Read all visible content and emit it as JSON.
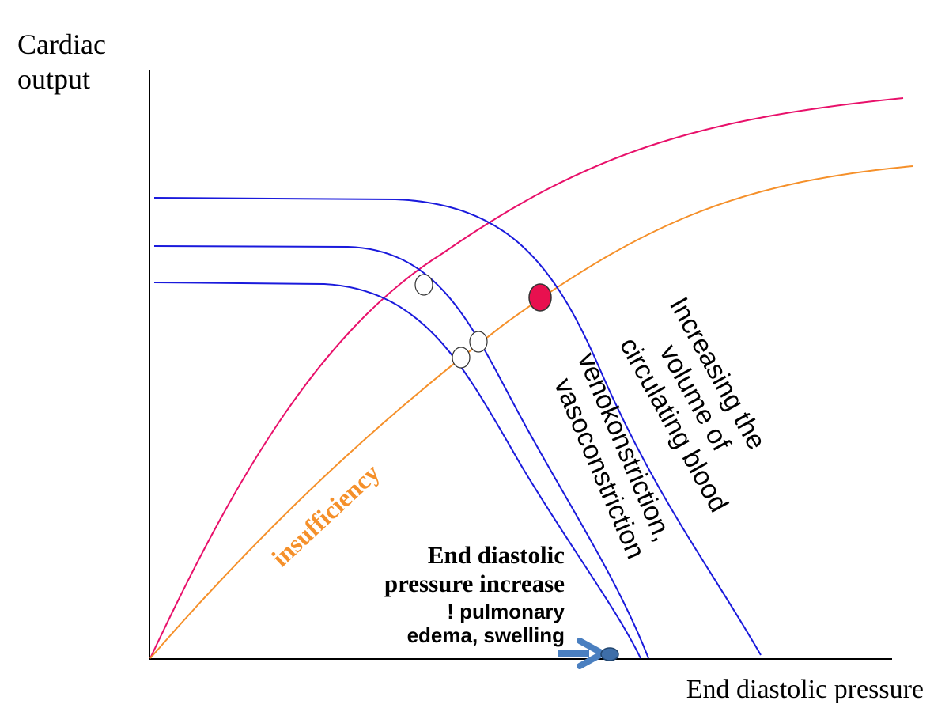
{
  "axes": {
    "y_label_line1": "Cardiac",
    "y_label_line2": "output",
    "x_label": "End diastolic pressure"
  },
  "labels": {
    "insufficiency": "insufficiency",
    "blood_volume_line1": "Increasing the",
    "blood_volume_line2": "volume of",
    "blood_volume_line3": "circulating blood",
    "veno_line1": "venokonstriction,",
    "veno_line2": "vasoconstriction",
    "edp_line1": "End diastolic",
    "edp_line2": "pressure increase",
    "edema_line1": "! pulmonary",
    "edema_line2": "edema, swelling"
  },
  "colors": {
    "axis": "#000000",
    "normal_heart_curve": "#e8106a",
    "insufficiency_curve": "#f5902a",
    "venous_return_curves": "#1a1adc",
    "highlight_point": "#e8104f",
    "arrow": "#4a7fc0",
    "arrow_point": "#3e6ea8"
  }
}
